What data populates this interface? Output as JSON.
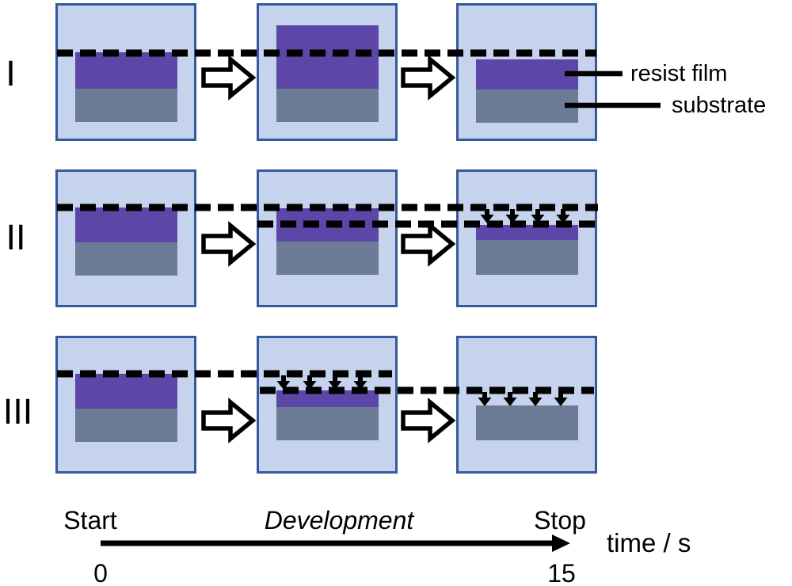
{
  "colors": {
    "ink": "#000000",
    "panel-fill": "#C5D3ED",
    "panel-border": "#35599C",
    "resist": "#5C46A8",
    "substrate": "#6D7C96"
  },
  "rows": [
    {
      "label": "I"
    },
    {
      "label": "II"
    },
    {
      "label": "III"
    }
  ],
  "legend": {
    "resist_film": "resist film",
    "substrate": "substrate"
  },
  "timeline": {
    "start": "Start",
    "phase": "Development",
    "stop": "Stop",
    "t_start": "0",
    "t_end": "15",
    "axis_label": "time / s"
  }
}
